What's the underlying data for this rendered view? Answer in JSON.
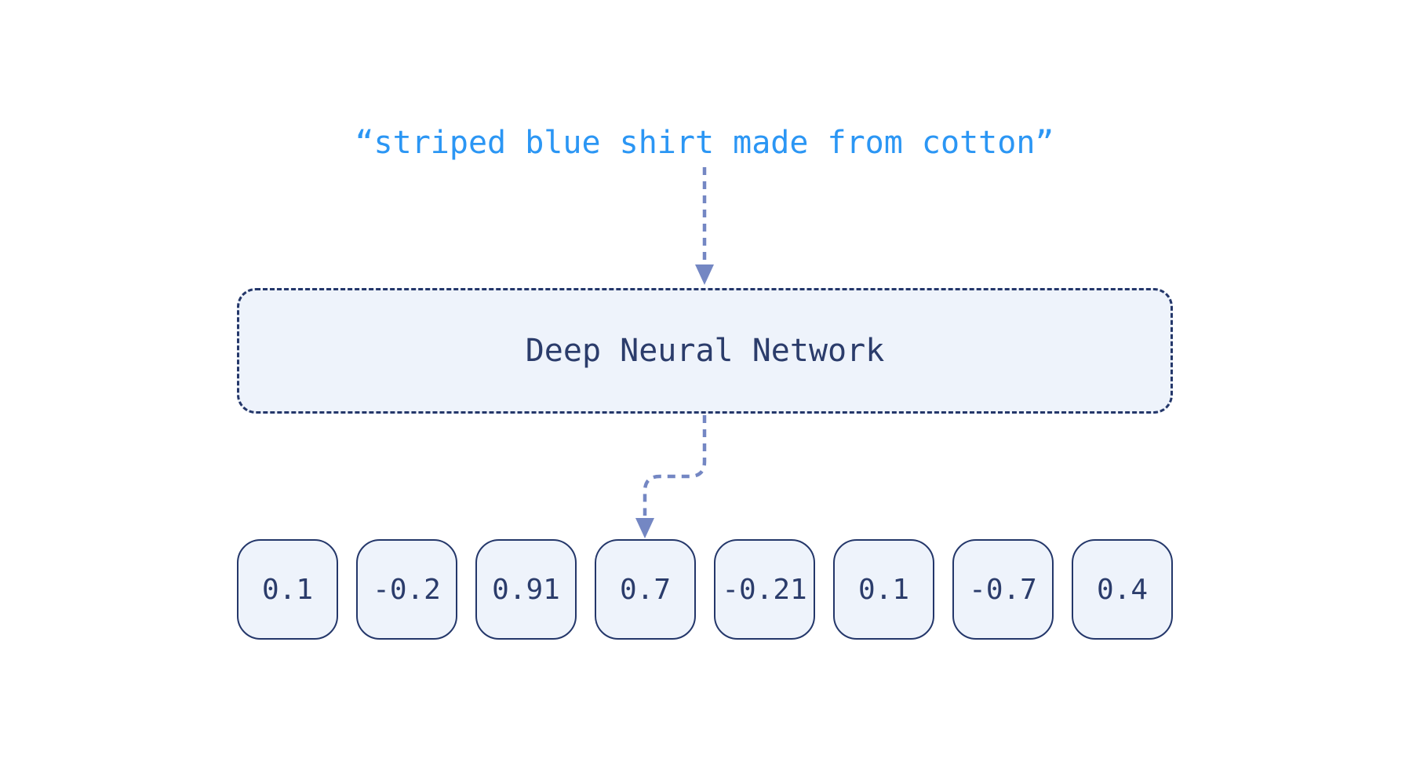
{
  "colors": {
    "canvas_background": "#ffffff",
    "quote_text_blue": "#2b96f4",
    "diagram_navy_text": "#2b3c6b",
    "box_border_navy": "#24376a",
    "box_fill_light_blue": "#eef3fb",
    "arrow_periwinkle": "#7487c3"
  },
  "quote": {
    "text": "“striped blue shirt made from cotton”"
  },
  "network_box": {
    "label": "Deep Neural Network"
  },
  "embedding_vector": {
    "values": [
      "0.1",
      "-0.2",
      "0.91",
      "0.7",
      "-0.21",
      "0.1",
      "-0.7",
      "0.4"
    ]
  }
}
